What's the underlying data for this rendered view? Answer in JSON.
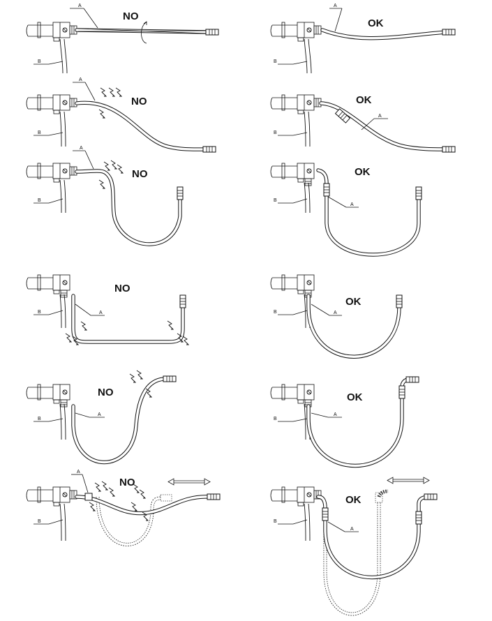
{
  "labels": {
    "no": "NO",
    "ok": "OK",
    "callout_a": "A",
    "callout_b": "B"
  },
  "panels": [
    {
      "id": "r1-no",
      "verdict": "NO"
    },
    {
      "id": "r1-ok",
      "verdict": "OK"
    },
    {
      "id": "r2-no",
      "verdict": "NO"
    },
    {
      "id": "r2-ok",
      "verdict": "OK"
    },
    {
      "id": "r3-no",
      "verdict": "NO"
    },
    {
      "id": "r3-ok",
      "verdict": "OK"
    },
    {
      "id": "r4-no",
      "verdict": "NO"
    },
    {
      "id": "r4-ok",
      "verdict": "OK"
    },
    {
      "id": "r5-no",
      "verdict": "NO"
    },
    {
      "id": "r5-ok",
      "verdict": "OK"
    },
    {
      "id": "r6-no",
      "verdict": "NO"
    },
    {
      "id": "r6-ok",
      "verdict": "OK"
    }
  ],
  "colors": {
    "ink": "#111111",
    "background": "#ffffff"
  }
}
